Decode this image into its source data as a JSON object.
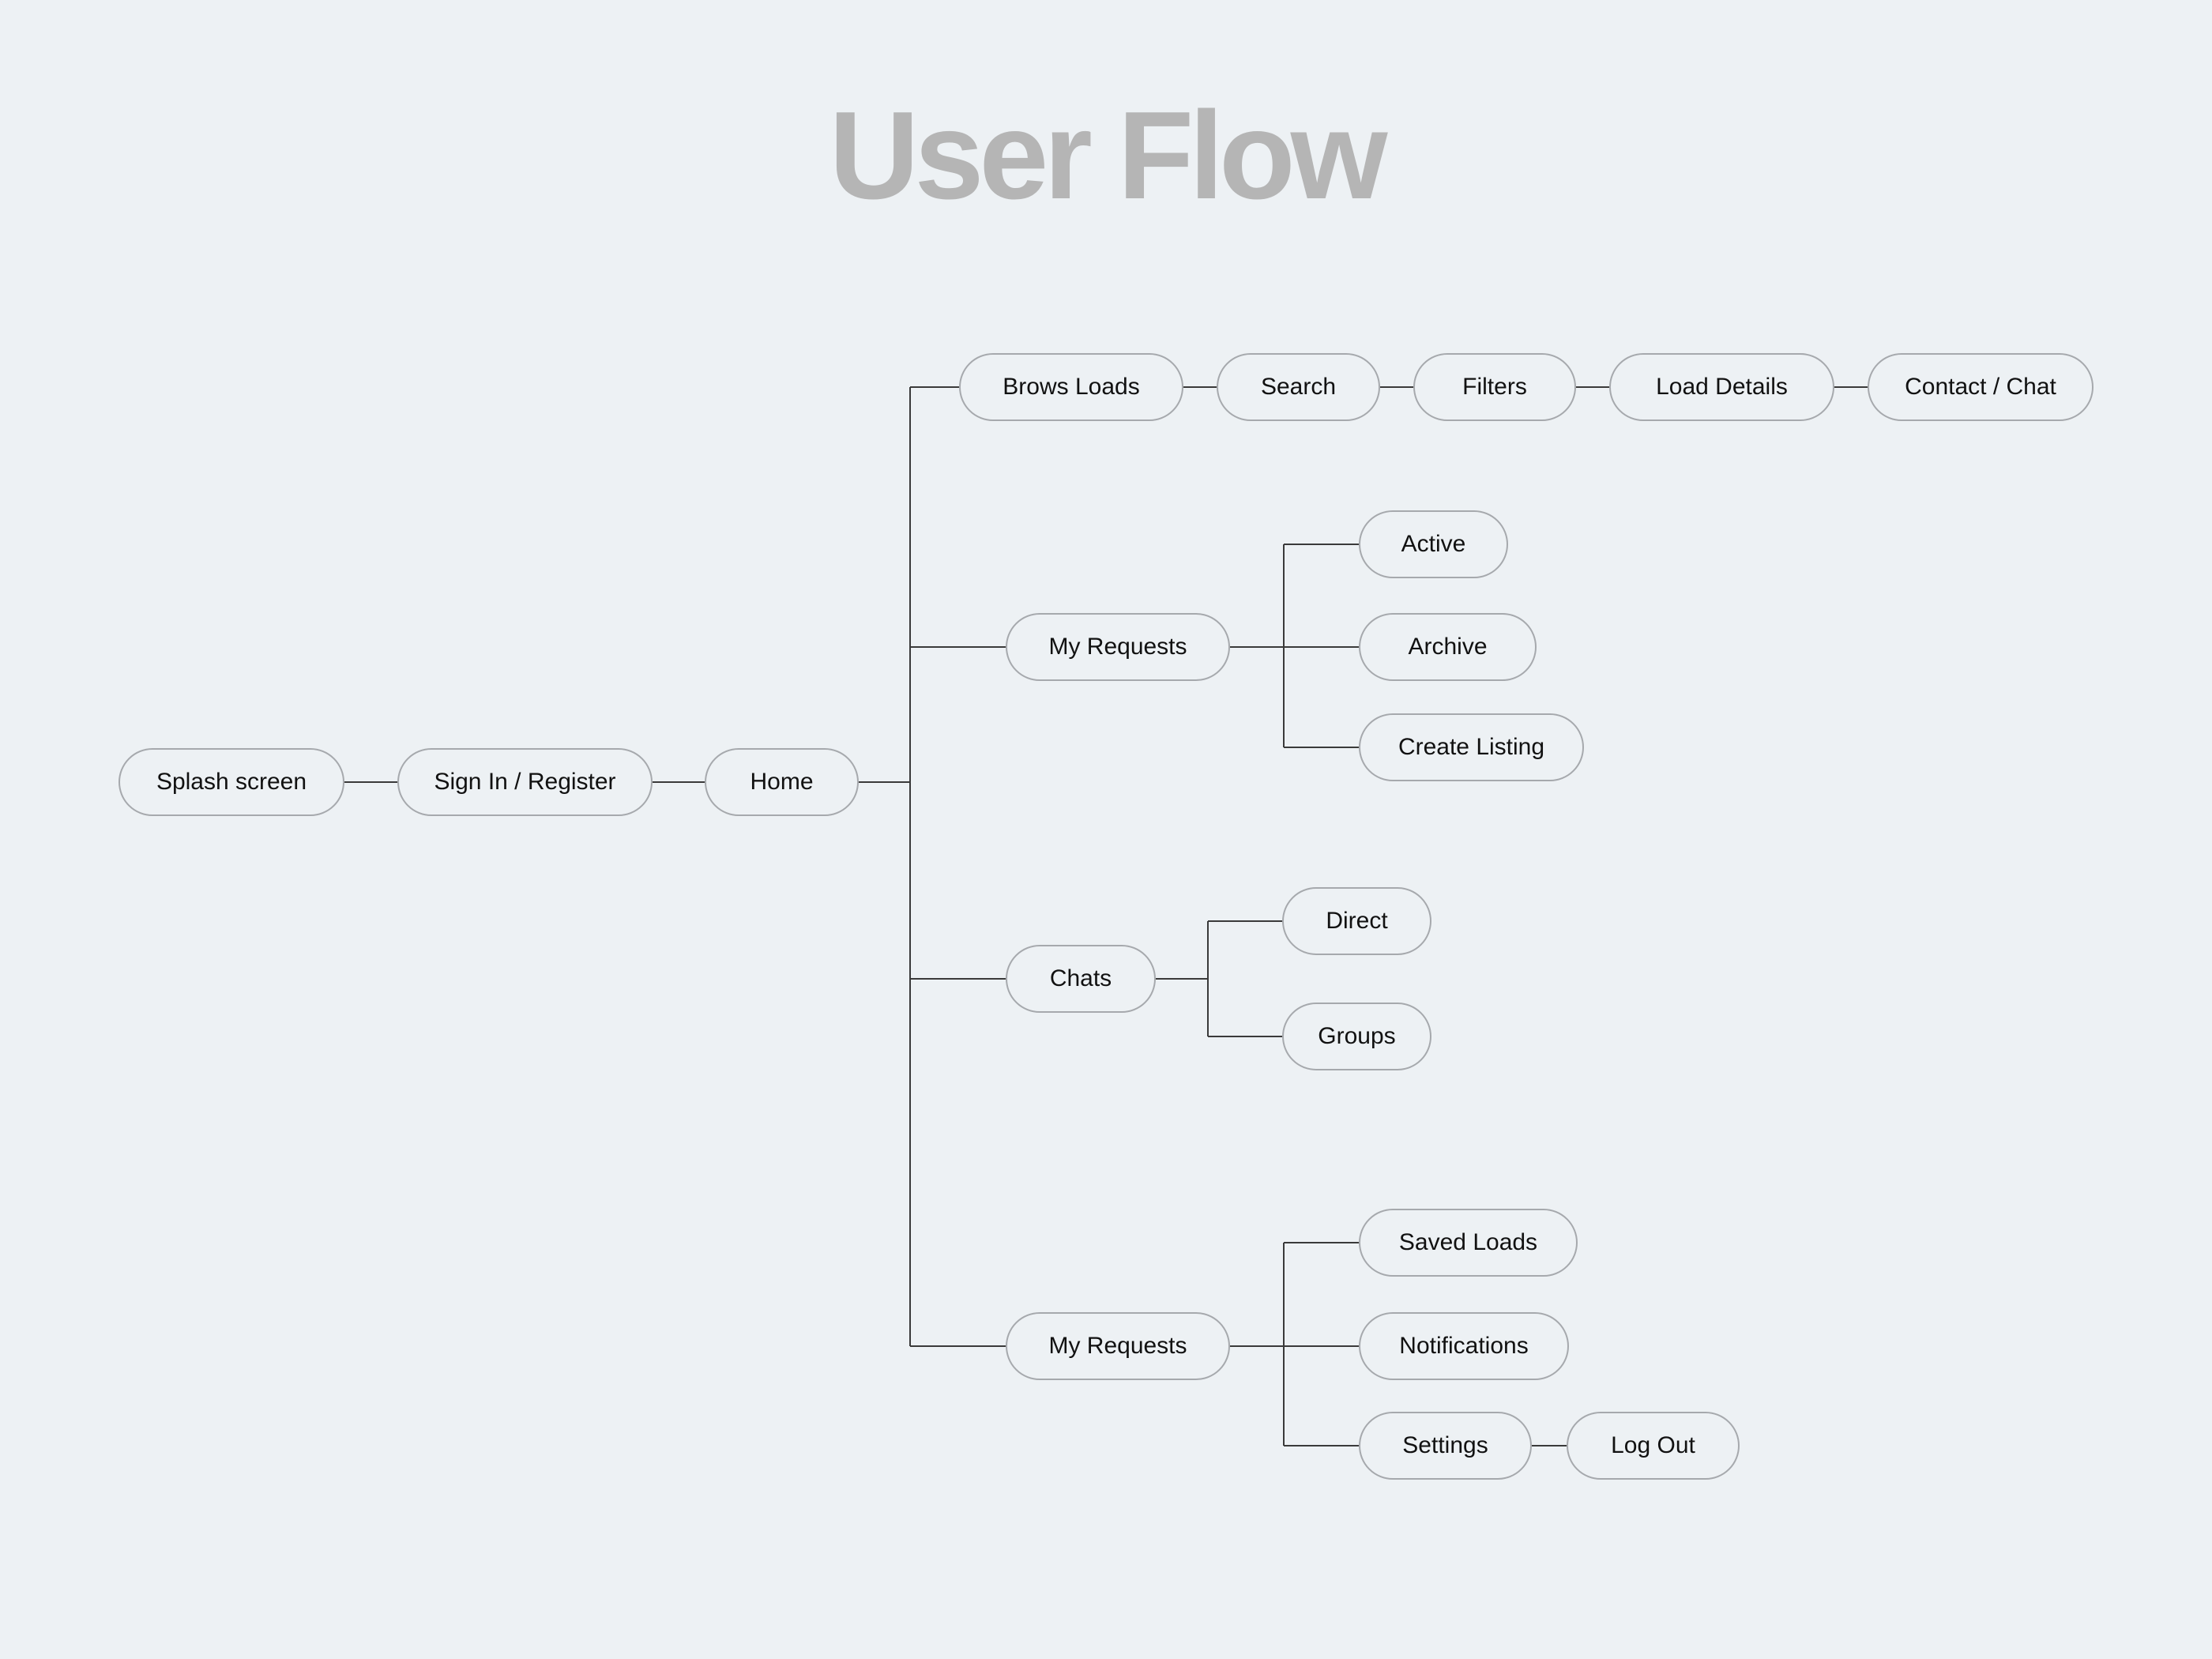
{
  "title": "User Flow",
  "colors": {
    "background": "#edf1f4",
    "title": "#b5b5b5",
    "node_border": "#a6a9ad",
    "connector": "#3a3a3a",
    "text": "#111111"
  },
  "nodes": {
    "splash": "Splash screen",
    "signin": "Sign In / Register",
    "home": "Home",
    "brows_loads": "Brows Loads",
    "search": "Search",
    "filters": "Filters",
    "load_details": "Load Details",
    "contact_chat": "Contact / Chat",
    "my_requests_1": "My Requests",
    "active": "Active",
    "archive": "Archive",
    "create_listing": "Create Listing",
    "chats": "Chats",
    "direct": "Direct",
    "groups": "Groups",
    "my_requests_2": "My Requests",
    "saved_loads": "Saved Loads",
    "notifications": "Notifications",
    "settings": "Settings",
    "log_out": "Log Out"
  }
}
